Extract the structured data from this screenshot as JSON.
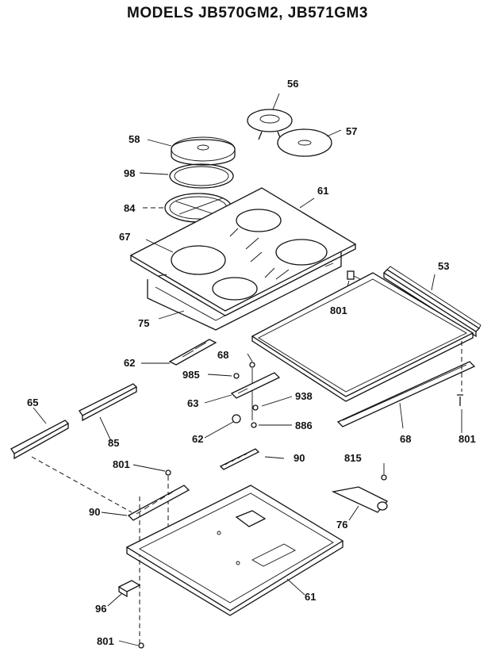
{
  "title": "MODELS JB570GM2, JB571GM3",
  "parts": {
    "p56": "56",
    "p58": "58",
    "p57": "57",
    "p98": "98",
    "p61a": "61",
    "p84": "84",
    "p67": "67",
    "p53": "53",
    "p801a": "801",
    "p75": "75",
    "p68a": "68",
    "p62a": "62",
    "p985": "985",
    "p65": "65",
    "p938": "938",
    "p63": "63",
    "p886": "886",
    "p85": "85",
    "p62b": "62",
    "p68b": "68",
    "p801b": "801",
    "p90a": "90",
    "p815": "815",
    "p801c": "801",
    "p90b": "90",
    "p76": "76",
    "p61b": "61",
    "p96": "96",
    "p801d": "801"
  }
}
